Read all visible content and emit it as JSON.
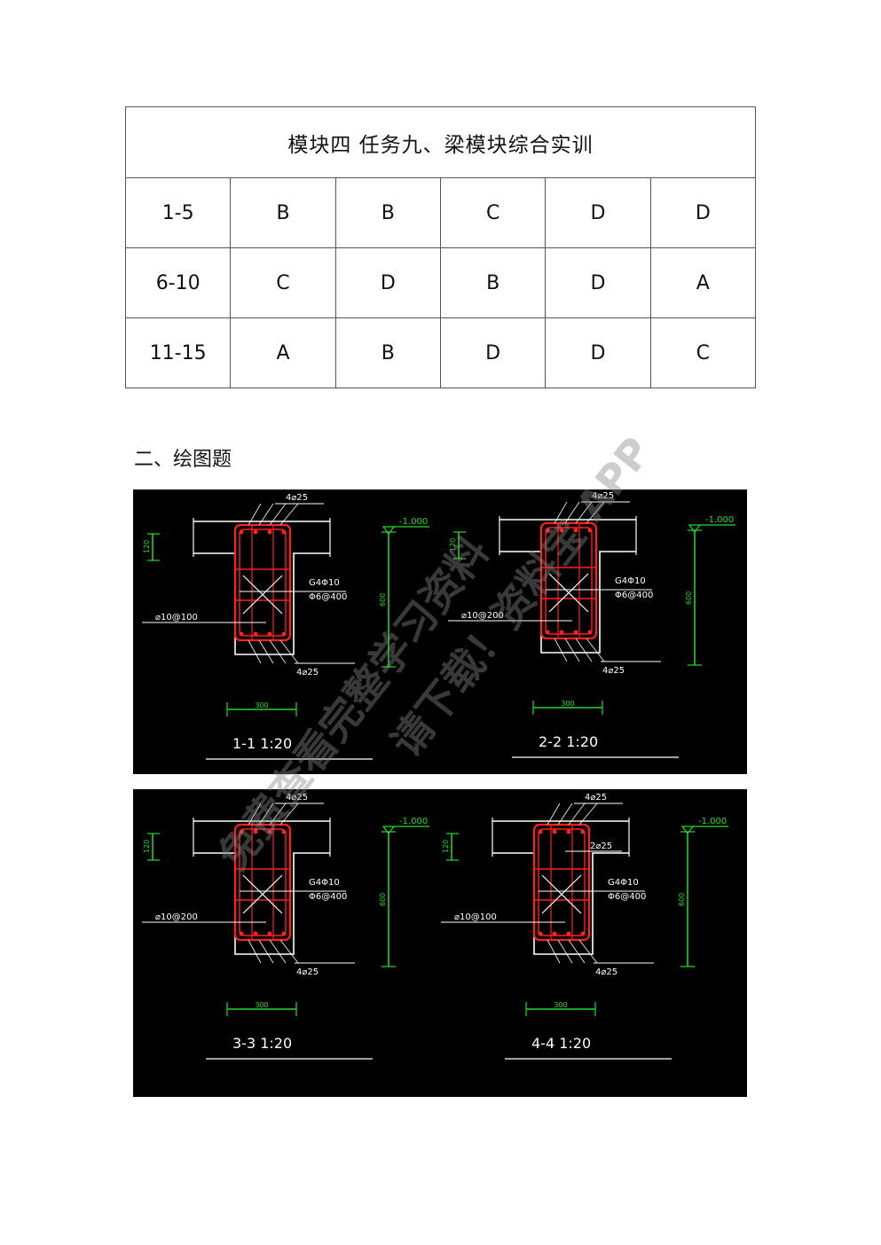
{
  "table": {
    "title": "模块四  任务九、梁模块综合实训",
    "rows": [
      {
        "range": "1-5",
        "answers": [
          "B",
          "B",
          "C",
          "D",
          "D"
        ]
      },
      {
        "range": "6-10",
        "answers": [
          "C",
          "D",
          "B",
          "D",
          "A"
        ]
      },
      {
        "range": "11-15",
        "answers": [
          "A",
          "B",
          "D",
          "D",
          "C"
        ]
      }
    ]
  },
  "section_heading": "二、绘图题",
  "drawings": [
    {
      "label": "1-1  1:20",
      "top_bars": "4⌀25",
      "bottom_bars": "4⌀25",
      "side_bars": "G4Φ10",
      "tie": "Φ6@400",
      "stirrup": "⌀10@100",
      "width_dim": "300",
      "height_dim": "600",
      "flange_dim": "120",
      "level": "-1.000",
      "extra_bars": ""
    },
    {
      "label": "2-2  1:20",
      "top_bars": "4⌀25",
      "bottom_bars": "4⌀25",
      "side_bars": "G4Φ10",
      "tie": "Φ6@400",
      "stirrup": "⌀10@200",
      "width_dim": "300",
      "height_dim": "600",
      "flange_dim": "120",
      "level": "-1.000",
      "extra_bars": ""
    },
    {
      "label": "3-3  1:20",
      "top_bars": "4⌀25",
      "bottom_bars": "4⌀25",
      "side_bars": "G4Φ10",
      "tie": "Φ6@400",
      "stirrup": "⌀10@200",
      "width_dim": "300",
      "height_dim": "600",
      "flange_dim": "120",
      "level": "-1.000",
      "extra_bars": ""
    },
    {
      "label": "4-4  1:20",
      "top_bars": "4⌀25",
      "bottom_bars": "4⌀25",
      "side_bars": "G4Φ10",
      "tie": "Φ6@400",
      "stirrup": "⌀10@100",
      "width_dim": "300",
      "height_dim": "600",
      "flange_dim": "120",
      "level": "-1.000",
      "extra_bars": "2⌀25"
    }
  ],
  "watermark": {
    "lines": [
      "免费查看完整学习资料",
      "请下载！资料宝 APP"
    ]
  },
  "colors": {
    "panel_bg": "#000000",
    "concrete": "#ffffff",
    "rebar": "#ff2020",
    "dimension": "#22dd22",
    "text": "#ffffff"
  }
}
